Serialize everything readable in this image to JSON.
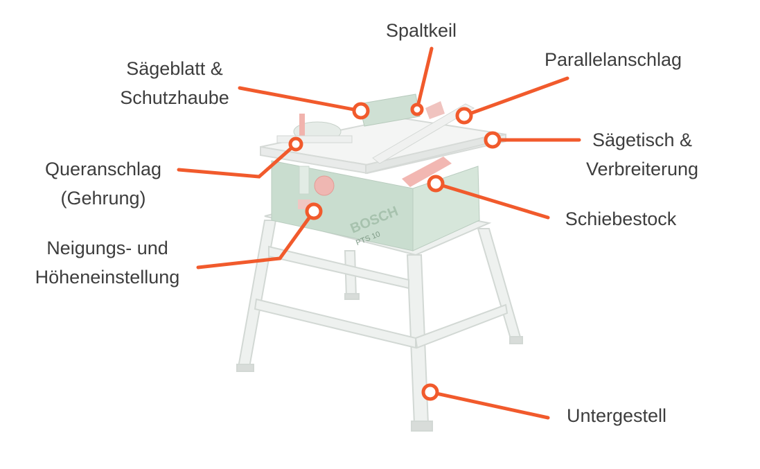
{
  "diagram": {
    "accent_color": "#f15a2c",
    "machine_color": "#cfe1d4",
    "callouts": [
      {
        "id": "saegeblatt",
        "lines": [
          "Sägeblatt &",
          "Schutzhaube"
        ]
      },
      {
        "id": "spaltkeil",
        "lines": [
          "Spaltkeil"
        ]
      },
      {
        "id": "parallelanschlag",
        "lines": [
          "Parallelanschlag"
        ]
      },
      {
        "id": "saegetisch",
        "lines": [
          "Sägetisch &",
          "Verbreiterung"
        ]
      },
      {
        "id": "queranschlag",
        "lines": [
          "Queranschlag",
          "(Gehrung)"
        ]
      },
      {
        "id": "schiebestock",
        "lines": [
          "Schiebestock"
        ]
      },
      {
        "id": "neigung",
        "lines": [
          "Neigungs- und",
          "Höheneinstellung"
        ]
      },
      {
        "id": "untergestell",
        "lines": [
          "Untergestell"
        ]
      }
    ],
    "brand_text": "BOSCH",
    "model_text": "PTS 10"
  }
}
